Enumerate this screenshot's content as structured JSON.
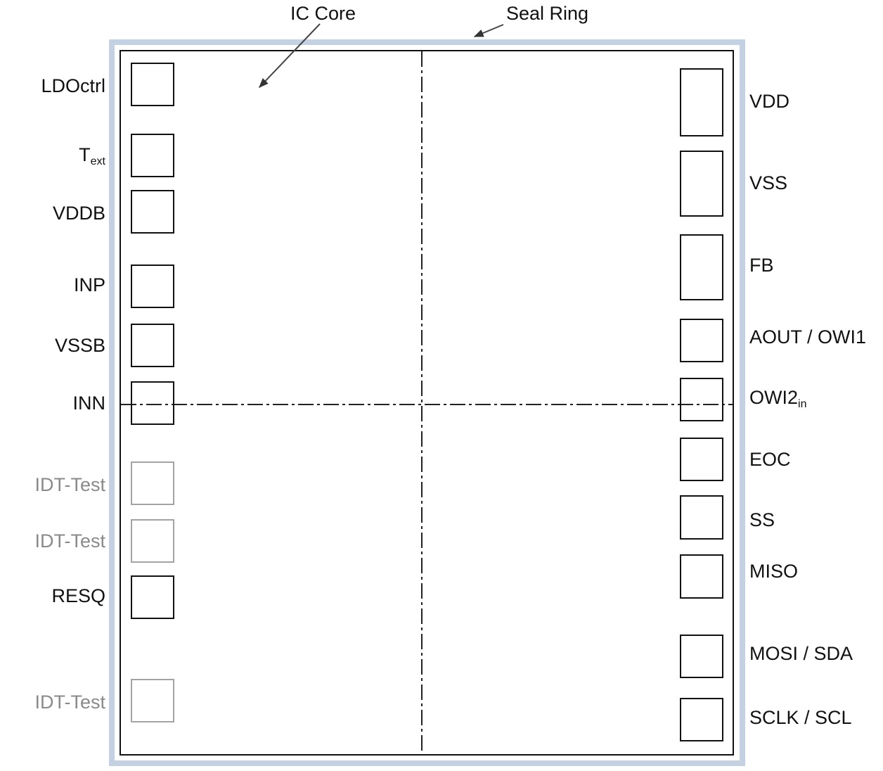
{
  "callouts": {
    "ic_core": "IC Core",
    "seal_ring": "Seal Ring"
  },
  "colors": {
    "seal_ring": "#c3d1e3",
    "pad_border": "#111111",
    "test_pad_border": "#a3a3a3",
    "test_label": "#8a8a8a"
  },
  "left_pads": [
    {
      "label": "LDOctrl",
      "test": false
    },
    {
      "label": "T",
      "sub": "ext",
      "test": false
    },
    {
      "label": "VDDB",
      "test": false
    },
    {
      "label": "INP",
      "test": false
    },
    {
      "label": "VSSB",
      "test": false
    },
    {
      "label": "INN",
      "test": false
    },
    {
      "label": "IDT-Test",
      "test": true
    },
    {
      "label": "IDT-Test",
      "test": true
    },
    {
      "label": "RESQ",
      "test": false
    },
    {
      "label": "IDT-Test",
      "test": true
    }
  ],
  "right_pads": [
    {
      "label": "VDD"
    },
    {
      "label": "VSS"
    },
    {
      "label": "FB"
    },
    {
      "label": "AOUT / OWI1"
    },
    {
      "label": "OWI2",
      "sub": "in"
    },
    {
      "label": "EOC"
    },
    {
      "label": "SS"
    },
    {
      "label": "MISO"
    },
    {
      "label": "MOSI / SDA"
    },
    {
      "label": "SCLK / SCL"
    }
  ]
}
